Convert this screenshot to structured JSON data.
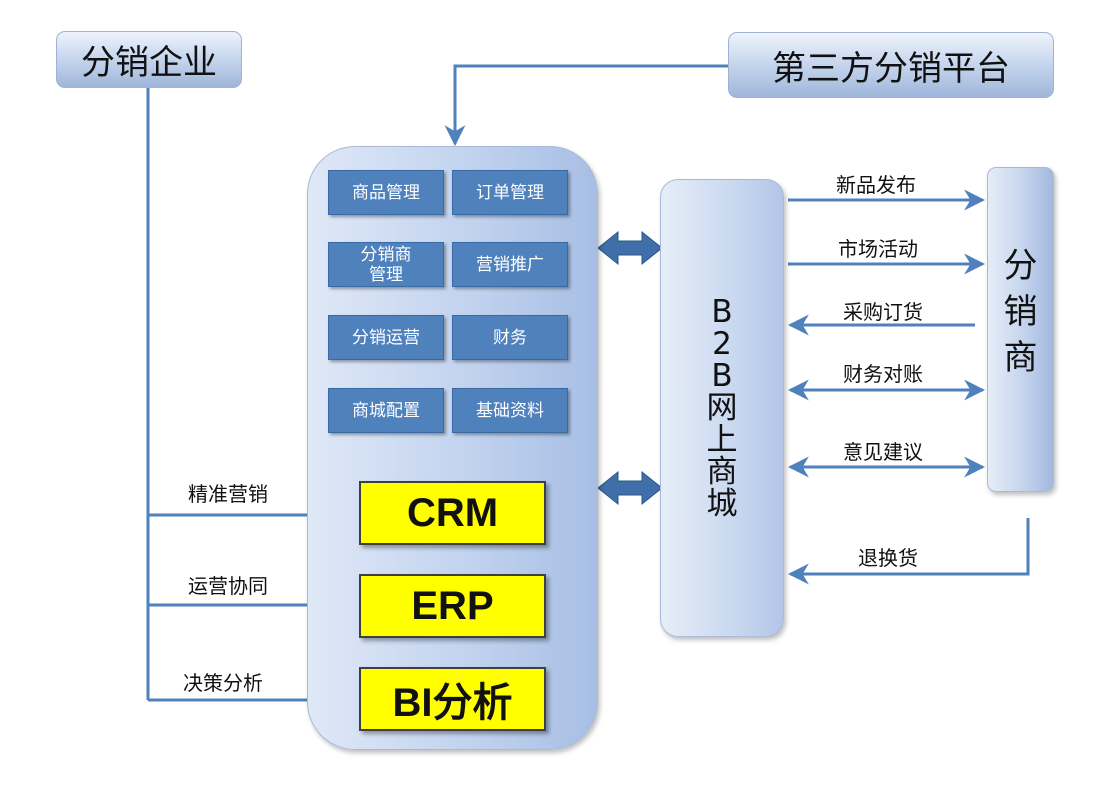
{
  "nodes": {
    "enterprise": "分销企业",
    "third_party": "第三方分销平台",
    "dealer": [
      "分",
      "销",
      "商"
    ],
    "mall": [
      "B",
      "2",
      "B",
      "网",
      "上",
      "商",
      "城"
    ]
  },
  "modules": {
    "product_mgmt": "商品管理",
    "order_mgmt": "订单管理",
    "dealer_mgmt_line1": "分销商",
    "dealer_mgmt_line2": "管理",
    "marketing": "营销推广",
    "dist_ops": "分销运营",
    "finance": "财务",
    "mall_config": "商城配置",
    "base_data": "基础资料"
  },
  "systems": {
    "crm": "CRM",
    "erp": "ERP",
    "bi": "BI分析"
  },
  "left_labels": {
    "precise_marketing": "精准营销",
    "ops_collab": "运营协同",
    "decision": "决策分析"
  },
  "right_labels": {
    "new_release": "新品发布",
    "market_activity": "市场活动",
    "purchase_order": "采购订货",
    "finance_reconcile": "财务对账",
    "suggestion": "意见建议",
    "returns": "退换货"
  },
  "colors": {
    "arrow": "#4f81bd",
    "module": "#4f81bd",
    "highlight": "#ffff00"
  }
}
